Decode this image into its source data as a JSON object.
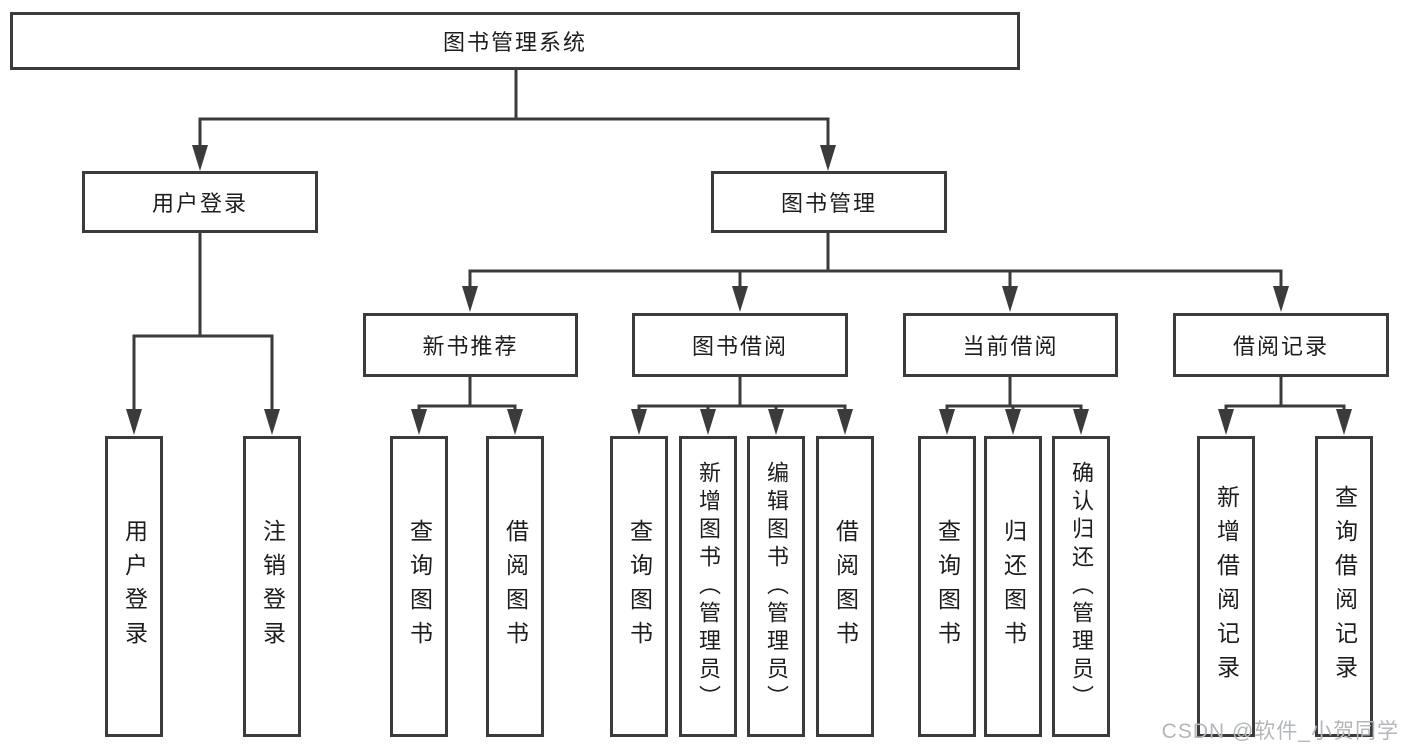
{
  "diagram": {
    "root": {
      "label": "图书管理系统"
    },
    "branches": {
      "user": {
        "label": "用户登录",
        "children": [
          {
            "label": "用户登录"
          },
          {
            "label": "注销登录"
          }
        ]
      },
      "book": {
        "label": "图书管理",
        "groups": [
          {
            "label": "新书推荐",
            "children": [
              {
                "label": "查询图书"
              },
              {
                "label": "借阅图书"
              }
            ]
          },
          {
            "label": "图书借阅",
            "children": [
              {
                "label": "查询图书"
              },
              {
                "label": "新增图书（管理员）"
              },
              {
                "label": "编辑图书（管理员）"
              },
              {
                "label": "借阅图书"
              }
            ]
          },
          {
            "label": "当前借阅",
            "children": [
              {
                "label": "查询图书"
              },
              {
                "label": "归还图书"
              },
              {
                "label": "确认归还（管理员）"
              }
            ]
          },
          {
            "label": "借阅记录",
            "children": [
              {
                "label": "新增借阅记录"
              },
              {
                "label": "查询借阅记录"
              }
            ]
          }
        ]
      }
    },
    "watermark": "CSDN @软件_小贺同学",
    "colors": {
      "line": "#3b3b3b",
      "text": "#1d1d1d",
      "background": "#ffffff",
      "watermark": "#b3b6ba"
    }
  }
}
